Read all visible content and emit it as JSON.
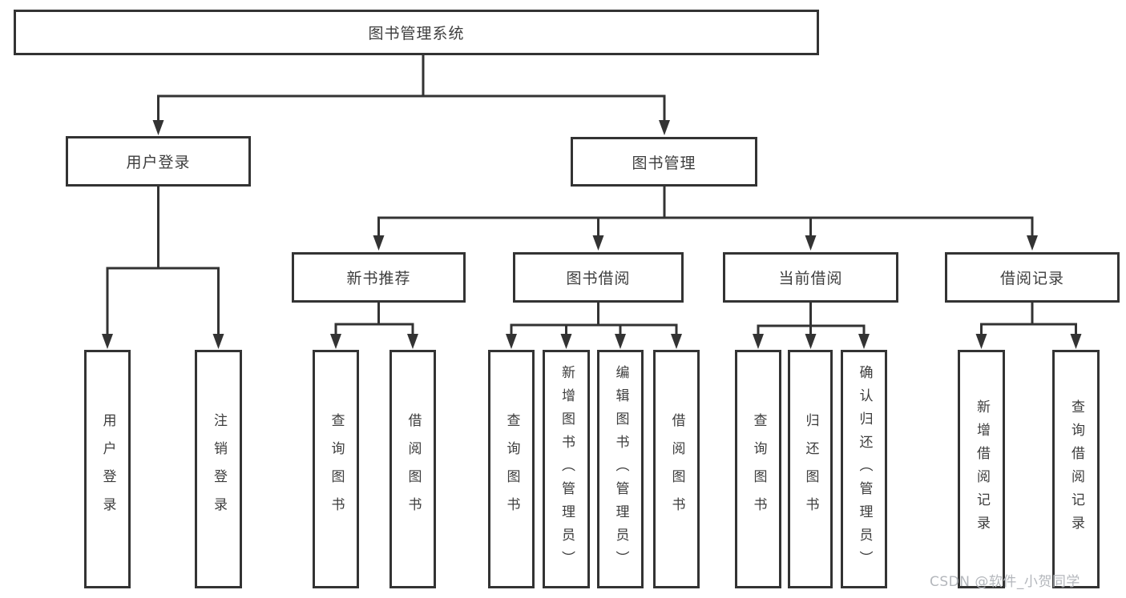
{
  "diagram_type": "hierarchy-tree",
  "colors": {
    "line": "#333333",
    "box_border": "#333333",
    "text": "#3d3d3d",
    "watermark": "#b4b7bc",
    "background": "#ffffff"
  },
  "tree": {
    "label": "图书管理系统",
    "children": [
      {
        "label": "用户登录",
        "children": [
          {
            "label": "用户登录"
          },
          {
            "label": "注销登录"
          }
        ]
      },
      {
        "label": "图书管理",
        "children": [
          {
            "label": "新书推荐",
            "children": [
              {
                "label": "查询图书"
              },
              {
                "label": "借阅图书"
              }
            ]
          },
          {
            "label": "图书借阅",
            "children": [
              {
                "label": "查询图书"
              },
              {
                "label": "新增图书（管理员）"
              },
              {
                "label": "编辑图书（管理员）"
              },
              {
                "label": "借阅图书"
              }
            ]
          },
          {
            "label": "当前借阅",
            "children": [
              {
                "label": "查询图书"
              },
              {
                "label": "归还图书"
              },
              {
                "label": "确认归还（管理员）"
              }
            ]
          },
          {
            "label": "借阅记录",
            "children": [
              {
                "label": "新增借阅记录"
              },
              {
                "label": "查询借阅记录"
              }
            ]
          }
        ]
      }
    ]
  },
  "watermark": {
    "text": "CSDN @软件_小贺同学"
  }
}
